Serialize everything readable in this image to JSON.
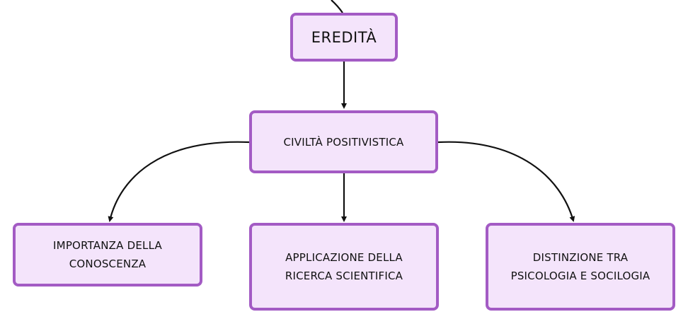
{
  "diagram": {
    "colors": {
      "node_fill": "#f4e4fb",
      "node_border": "#a35bc4",
      "connector": "#111111"
    },
    "nodes": {
      "root": {
        "label": "EREDITÀ"
      },
      "civilta": {
        "label": "CIVILTÀ POSITIVISTICA"
      },
      "importanza": {
        "line1": "IMPORTANZA DELLA",
        "line2": "CONOSCENZA"
      },
      "applicazione": {
        "line1": "APPLICAZIONE DELLA",
        "line2": "RICERCA SCIENTIFICA"
      },
      "distinzione": {
        "line1": "DISTINZIONE TRA",
        "line2": "PSICOLOGIA E SOCILOGIA"
      }
    },
    "edges": [
      {
        "from": "parent-offscreen",
        "to": "root"
      },
      {
        "from": "root",
        "to": "civilta"
      },
      {
        "from": "civilta",
        "to": "importanza"
      },
      {
        "from": "civilta",
        "to": "applicazione"
      },
      {
        "from": "civilta",
        "to": "distinzione"
      }
    ]
  }
}
